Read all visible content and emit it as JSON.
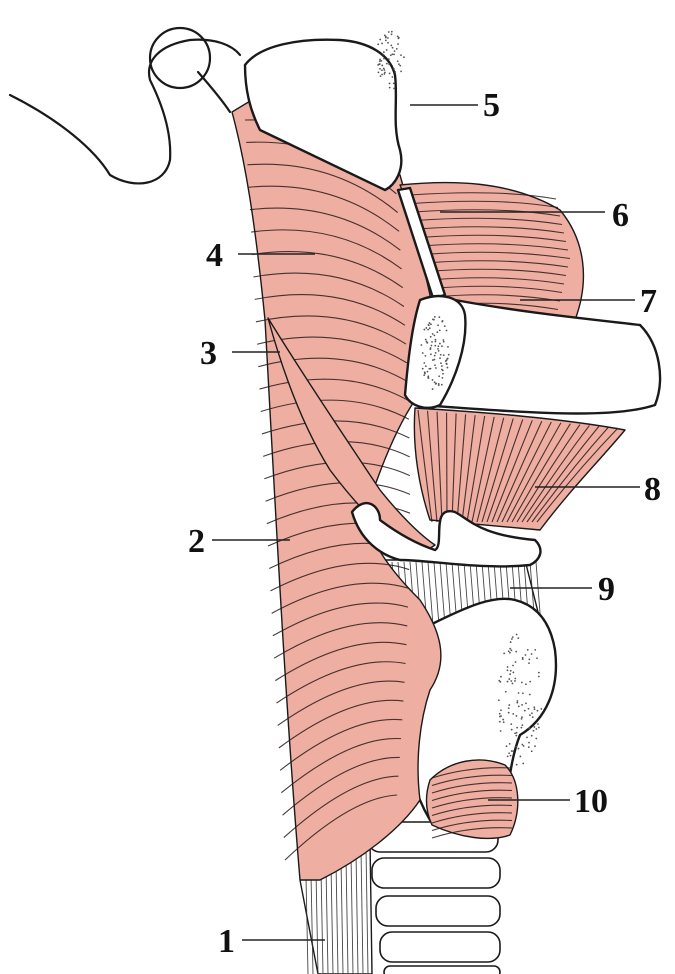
{
  "muscle_color": "#eeaea2",
  "outline_color": "#1a1a1a",
  "labels": [
    "1",
    "2",
    "3",
    "4",
    "5",
    "6",
    "7",
    "8",
    "9",
    "10"
  ]
}
